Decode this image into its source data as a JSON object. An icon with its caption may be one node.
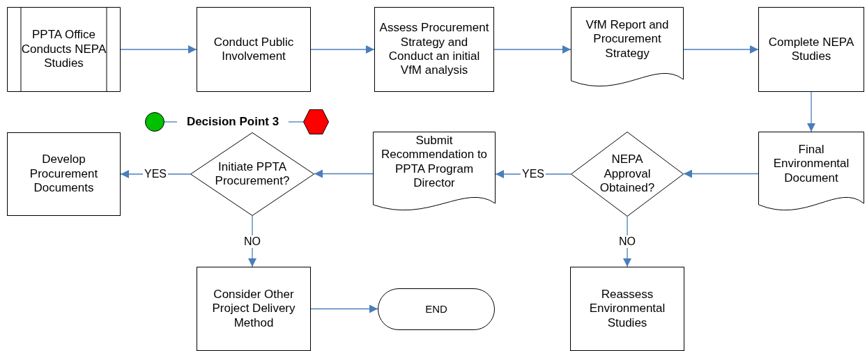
{
  "diagram": {
    "nodes": [
      {
        "text": [
          "PPTA Office Conducts NEPA Studies"
        ]
      },
      {
        "text": [
          "Conduct Public Involvement"
        ]
      },
      {
        "text": [
          "Assess Procurement Strategy and Conduct an initial VfM analysis"
        ]
      },
      {
        "text": [
          "VfM Report and Procurement Strategy"
        ]
      },
      {
        "text": [
          "Complete NEPA Studies"
        ]
      },
      {
        "text": [
          "Final Environmental Document"
        ]
      },
      {
        "text": [
          "NEPA Approval Obtained?"
        ]
      },
      {
        "text": [
          "Submit Recommendation to PPTA Program Director"
        ]
      },
      {
        "text": [
          "Initiate PPTA Procurement?"
        ]
      },
      {
        "text": [
          "Develop Procurement Documents"
        ]
      },
      {
        "text": [],
        "shape": "circle"
      },
      {
        "text": [
          "Decision Point 3"
        ]
      },
      {
        "text": [],
        "shape": "hexagon"
      },
      {
        "text": [
          "Consider Other Project Delivery Method"
        ]
      },
      {
        "text": [
          "END"
        ]
      },
      {
        "text": [
          "Reassess Environmental Studies"
        ]
      }
    ],
    "edges": [
      {
        "from": 0,
        "to": 1,
        "arrow": "to"
      },
      {
        "from": 1,
        "to": 2,
        "arrow": "to"
      },
      {
        "from": 2,
        "to": 3,
        "arrow": "to"
      },
      {
        "from": 3,
        "to": 4,
        "arrow": "to"
      },
      {
        "from": 4,
        "to": 5,
        "arrow": "to"
      },
      {
        "from": 5,
        "to": 6,
        "arrow": "to"
      },
      {
        "from": 6,
        "to": 7,
        "arrow": "to",
        "label": "YES"
      },
      {
        "from": 7,
        "to": 8,
        "arrow": "to"
      },
      {
        "from": 8,
        "to": 9,
        "arrow": "to",
        "label": "YES"
      },
      {
        "from": 8,
        "to": 13,
        "arrow": "to",
        "label": "NO"
      },
      {
        "from": 13,
        "to": 14,
        "arrow": "to"
      },
      {
        "from": 6,
        "to": 15,
        "arrow": "to",
        "label": "NO"
      },
      {
        "from": 10,
        "to": 11,
        "arrow": "none"
      },
      {
        "from": 11,
        "to": 12,
        "arrow": "none"
      }
    ]
  }
}
